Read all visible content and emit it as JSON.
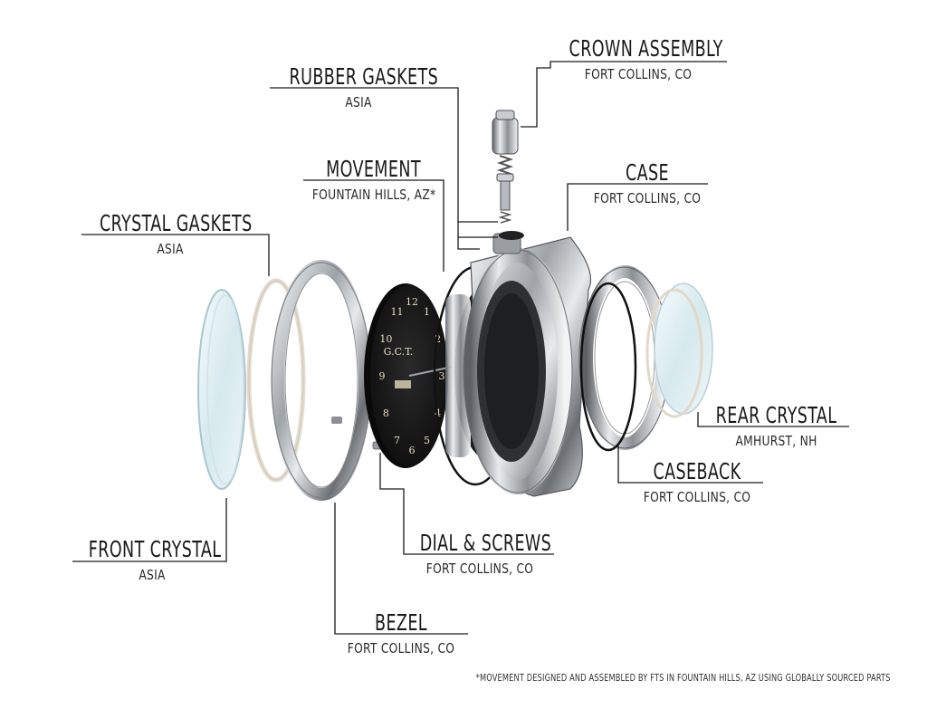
{
  "labels": {
    "crown_assembly": {
      "name": "CROWN ASSEMBLY",
      "location": "FORT COLLINS, CO"
    },
    "rubber_gaskets": {
      "name": "RUBBER GASKETS",
      "location": "ASIA"
    },
    "movement": {
      "name": "MOVEMENT",
      "location": "FOUNTAIN HILLS, AZ*"
    },
    "case": {
      "name": "CASE",
      "location": "FORT COLLINS, CO"
    },
    "crystal_gaskets": {
      "name": "CRYSTAL GASKETS",
      "location": "ASIA"
    },
    "rear_crystal": {
      "name": "REAR CRYSTAL",
      "location": "AMHURST, NH"
    },
    "caseback": {
      "name": "CASEBACK",
      "location": "FORT COLLINS, CO"
    },
    "front_crystal": {
      "name": "FRONT CRYSTAL",
      "location": "ASIA"
    },
    "dial_screws": {
      "name": "DIAL & SCREWS",
      "location": "FORT COLLINS, CO"
    },
    "bezel": {
      "name": "BEZEL",
      "location": "FORT COLLINS, CO"
    }
  },
  "dial": {
    "brand_text": "G.C.T.",
    "numerals": [
      "12",
      "1",
      "2",
      "3",
      "4",
      "5",
      "6",
      "7",
      "8",
      "9",
      "10",
      "11"
    ]
  },
  "footnote": "*MOVEMENT DESIGNED AND ASSEMBLED BY FTS IN FOUNTAIN HILLS, AZ USING GLOBALLY SOURCED PARTS",
  "colors": {
    "line": "#1a1a1a",
    "steel": "#b8bcc0",
    "dial": "#1c1c1c",
    "crystal": "#dfeef2",
    "gasket": "#e4dccf"
  }
}
